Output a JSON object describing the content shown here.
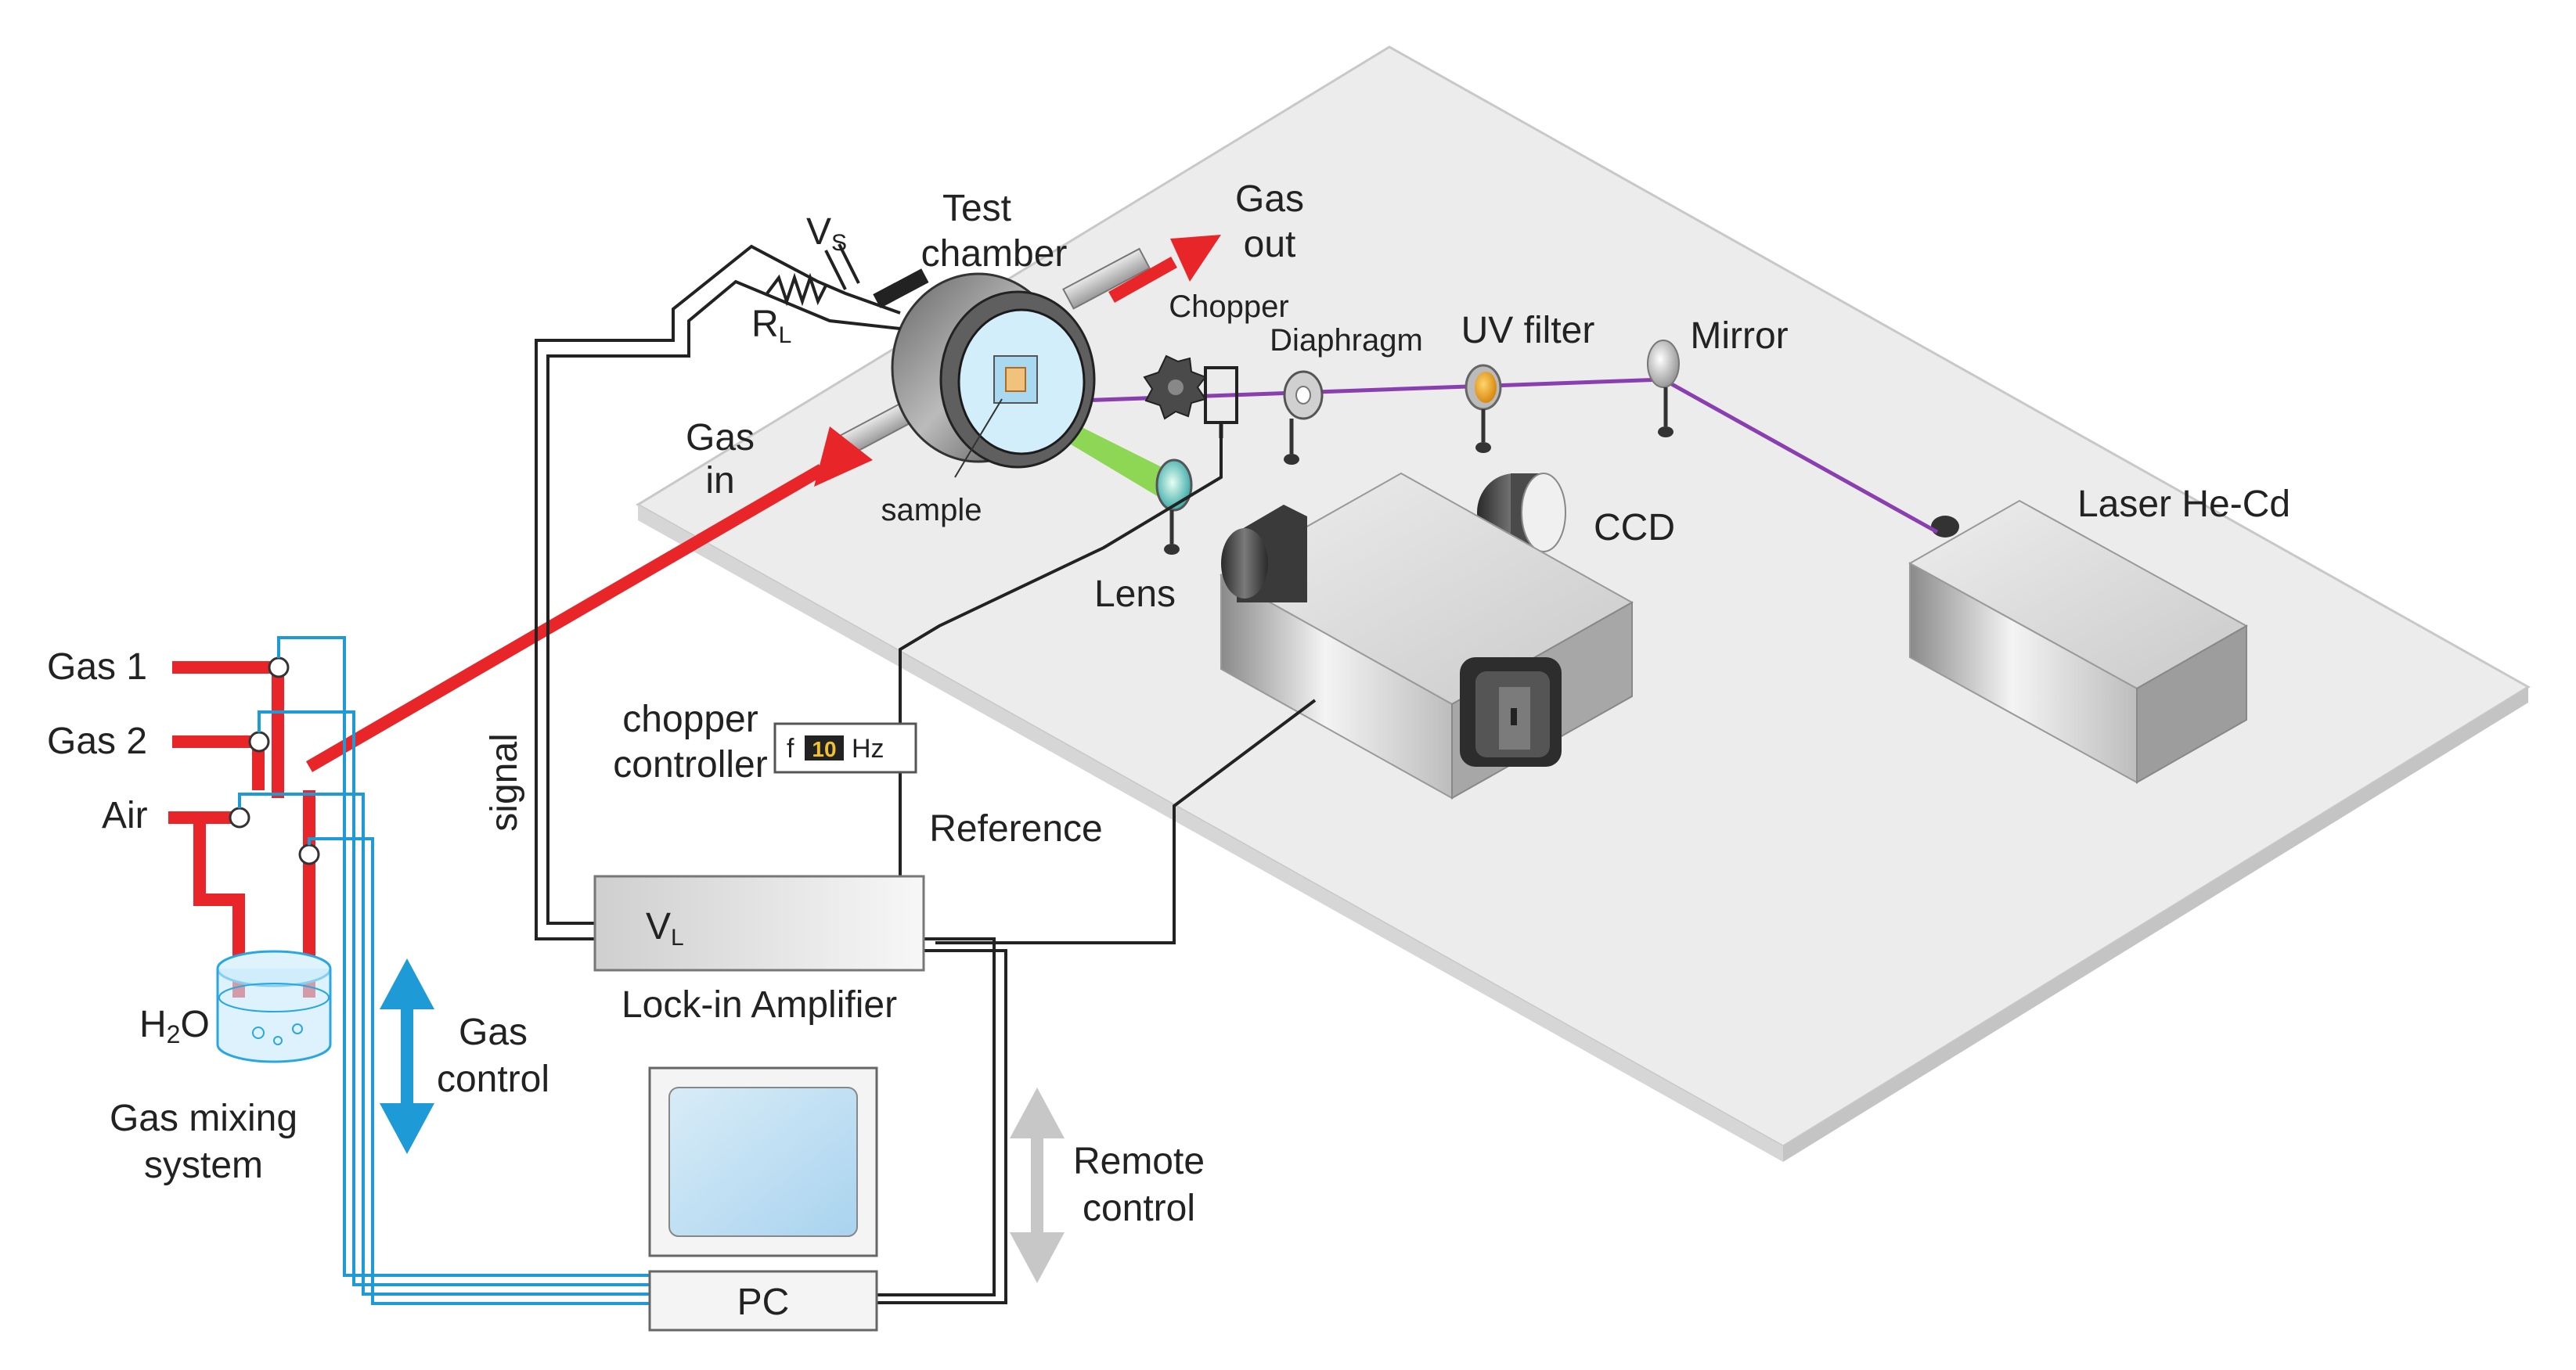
{
  "labels": {
    "gas1": "Gas 1",
    "gas2": "Gas 2",
    "air": "Air",
    "h2o_main": "H",
    "h2o_sub": "2",
    "h2o_end": "O",
    "mixing_line1": "Gas mixing",
    "mixing_line2": "system",
    "gas_control_line1": "Gas",
    "gas_control_line2": "control",
    "gas_in_line1": "Gas",
    "gas_in_line2": "in",
    "signal": "signal",
    "vs_main": "V",
    "vs_sub": "S",
    "rl_main": "R",
    "rl_sub": "L",
    "test_chamber_line1": "Test",
    "test_chamber_line2": "chamber",
    "gas_out_line1": "Gas",
    "gas_out_line2": "out",
    "sample": "sample",
    "chopper": "Chopper",
    "diaphragm": "Diaphragm",
    "uv_filter": "UV filter",
    "mirror": "Mirror",
    "lens": "Lens",
    "ccd": "CCD",
    "laser": "Laser He-Cd",
    "chopper_controller_line1": "chopper",
    "chopper_controller_line2": "controller",
    "chopper_f": "f",
    "chopper_value": "10",
    "chopper_unit": "Hz",
    "reference": "Reference",
    "vl_main": "V",
    "vl_sub": "L",
    "lockin": "Lock-in Amplifier",
    "pc": "PC",
    "remote_line1": "Remote",
    "remote_line2": "control"
  },
  "colors": {
    "gas_pipe": "#e8262a",
    "control_wire": "#1e9ad6",
    "laser_beam": "#8a3fb0",
    "luminescence": "#7dd33a",
    "table_top": "#eeeeee",
    "remote_arrow": "#c7c7c7",
    "display_value_bg": "#222222",
    "display_value_fg": "#f2c12e"
  }
}
